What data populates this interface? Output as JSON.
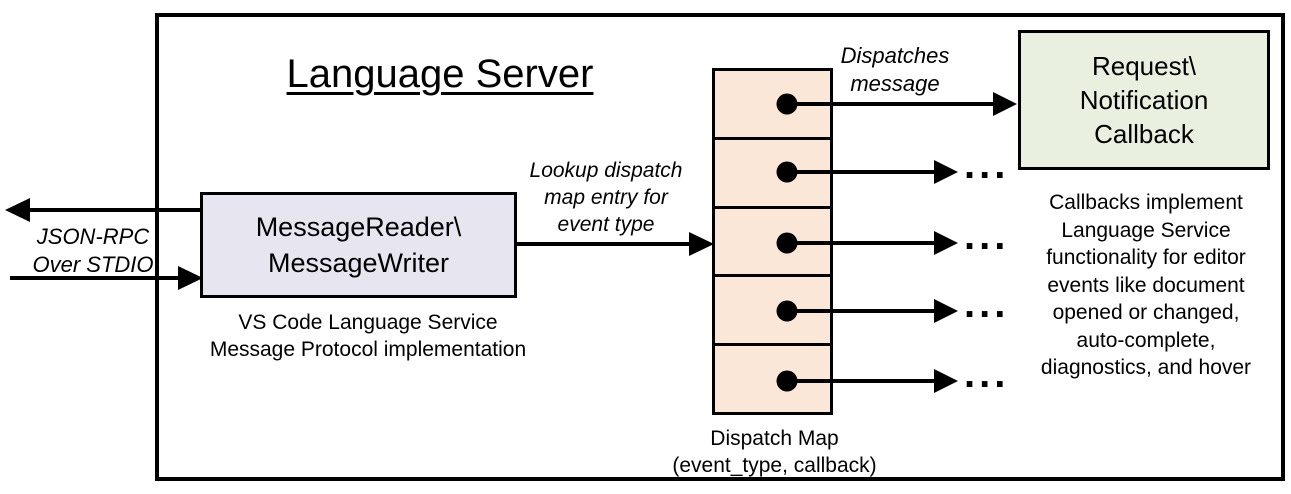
{
  "title": "Language Server",
  "colors": {
    "reader_box_fill": "#e7e6f0",
    "dispatch_map_fill": "#fbe7d8",
    "callback_box_fill": "#eaf0df",
    "line_color": "#000000"
  },
  "left_channel": {
    "lines": [
      "JSON-RPC",
      "Over STDIO"
    ]
  },
  "reader_box": {
    "lines": [
      "MessageReader\\",
      "MessageWriter"
    ]
  },
  "reader_caption": {
    "lines": [
      "VS Code Language Service",
      "Message Protocol implementation"
    ]
  },
  "lookup_label": {
    "lines": [
      "Lookup dispatch",
      "map entry for",
      "event type"
    ]
  },
  "dispatch_map": {
    "cell_count": 5,
    "caption_lines": [
      "Dispatch Map",
      "(event_type, callback)"
    ]
  },
  "dispatches_label": {
    "lines": [
      "Dispatches",
      "message"
    ]
  },
  "callback_box": {
    "lines": [
      "Request\\",
      "Notification",
      "Callback"
    ]
  },
  "right_note": {
    "lines": [
      "Callbacks implement",
      "Language Service",
      "functionality for editor",
      "events like document",
      "opened or changed,",
      "auto-complete,",
      "diagnostics, and hover"
    ]
  },
  "ellipsis": "..."
}
